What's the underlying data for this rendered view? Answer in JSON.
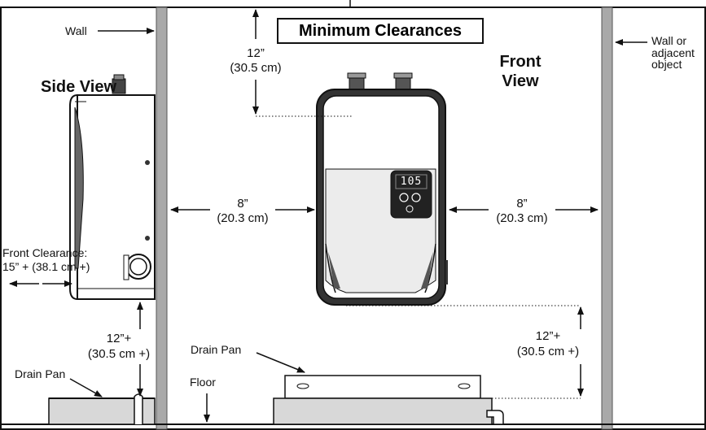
{
  "title": "Minimum Clearances",
  "views": {
    "side": "Side View",
    "front_line1": "Front",
    "front_line2": "View"
  },
  "labels": {
    "wall": "Wall",
    "wall_or_adjacent_1": "Wall or",
    "wall_or_adjacent_2": "adjacent",
    "wall_or_adjacent_3": "object",
    "floor": "Floor",
    "drain_pan_side": "Drain Pan",
    "drain_pan_front": "Drain Pan",
    "front_clearance_1": "Front Clearance:",
    "front_clearance_2": "15” + (38.1 cm +)"
  },
  "dimensions": {
    "top_in": "12”",
    "top_cm": "(30.5 cm)",
    "left_in": "8”",
    "left_cm": "(20.3 cm)",
    "right_in": "8”",
    "right_cm": "(20.3 cm)",
    "bottom_in": "12”+",
    "bottom_cm": "(30.5 cm +)",
    "side_bottom_in": "12”+",
    "side_bottom_cm": "(30.5 cm +)"
  },
  "display": {
    "readout": "105"
  },
  "colors": {
    "wall": "#a9a9a9",
    "line": "#111111",
    "shade": "#d8d8d8",
    "display": "#222222"
  }
}
